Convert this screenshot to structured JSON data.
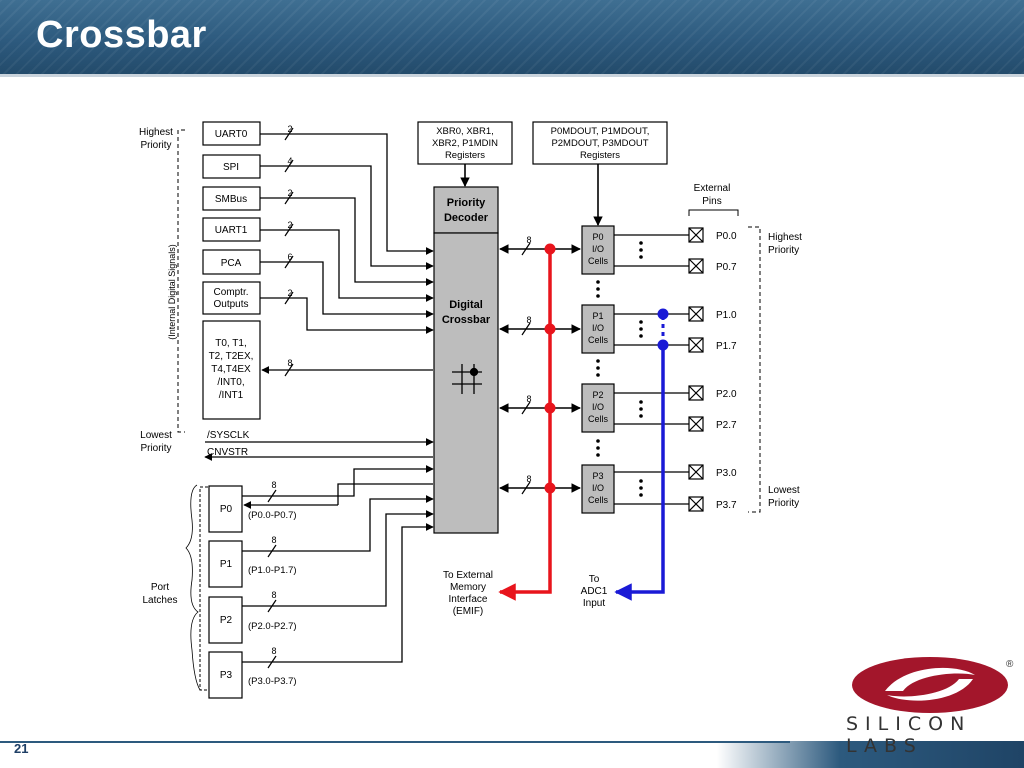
{
  "slide": {
    "title": "Crossbar",
    "number": "21"
  },
  "left_priority": {
    "top": [
      "Highest",
      "Priority"
    ],
    "bottom": [
      "Lowest",
      "Priority"
    ],
    "vertical": "(Internal Digital Signals)"
  },
  "right_priority": {
    "top": [
      "Highest",
      "Priority"
    ],
    "bottom": [
      "Lowest",
      "Priority"
    ]
  },
  "peripherals": [
    {
      "name": "UART0",
      "width": "2"
    },
    {
      "name": "SPI",
      "width": "4"
    },
    {
      "name": "SMBus",
      "width": "2"
    },
    {
      "name": "UART1",
      "width": "2"
    },
    {
      "name": "PCA",
      "width": "6"
    },
    {
      "name": "Comptr. Outputs",
      "lines": [
        "Comptr.",
        "Outputs"
      ],
      "width": "2"
    },
    {
      "name": "T0, T1, T2, T2EX, T4,T4EX /INT0, /INT1",
      "lines": [
        "T0, T1,",
        "T2, T2EX,",
        "T4,T4EX",
        "/INT0,",
        "/INT1"
      ],
      "width": "8"
    }
  ],
  "signals": [
    "/SYSCLK",
    "CNVSTR"
  ],
  "registers": {
    "xbr": [
      "XBR0, XBR1,",
      "XBR2, P1MDIN",
      "Registers"
    ],
    "pmdout": [
      "P0MDOUT, P1MDOUT,",
      "P2MDOUT, P3MDOUT",
      "Registers"
    ]
  },
  "core": {
    "decoder": [
      "Priority",
      "Decoder"
    ],
    "crossbar": [
      "Digital",
      "Crossbar"
    ]
  },
  "io_cells": [
    {
      "lines": [
        "P0",
        "I/O",
        "Cells"
      ],
      "pins": [
        "P0.0",
        "P0.7"
      ]
    },
    {
      "lines": [
        "P1",
        "I/O",
        "Cells"
      ],
      "pins": [
        "P1.0",
        "P1.7"
      ]
    },
    {
      "lines": [
        "P2",
        "I/O",
        "Cells"
      ],
      "pins": [
        "P2.0",
        "P2.7"
      ]
    },
    {
      "lines": [
        "P3",
        "I/O",
        "Cells"
      ],
      "pins": [
        "P3.0",
        "P3.7"
      ]
    }
  ],
  "bus_width": "8",
  "external_pins": [
    "External",
    "Pins"
  ],
  "port_latches": {
    "label": [
      "Port",
      "Latches"
    ],
    "latches": [
      {
        "name": "P0",
        "range": "(P0.0-P0.7)",
        "width": "8"
      },
      {
        "name": "P1",
        "range": "(P1.0-P1.7)",
        "width": "8"
      },
      {
        "name": "P2",
        "range": "(P2.0-P2.7)",
        "width": "8"
      },
      {
        "name": "P3",
        "range": "(P3.0-P3.7)",
        "width": "8"
      }
    ]
  },
  "outputs": {
    "emif": [
      "To External",
      "Memory",
      "Interface",
      "(EMIF)"
    ],
    "adc": [
      "To",
      "ADC1",
      "Input"
    ]
  },
  "brand": {
    "name": "SILICON LABS",
    "mark": "®"
  },
  "colors": {
    "header": "#2d5a7e",
    "emif_bus": "#e8141c",
    "adc_bus": "#1a1ad6",
    "block_fill": "#bdbdbd",
    "logo": "#a3162b"
  }
}
